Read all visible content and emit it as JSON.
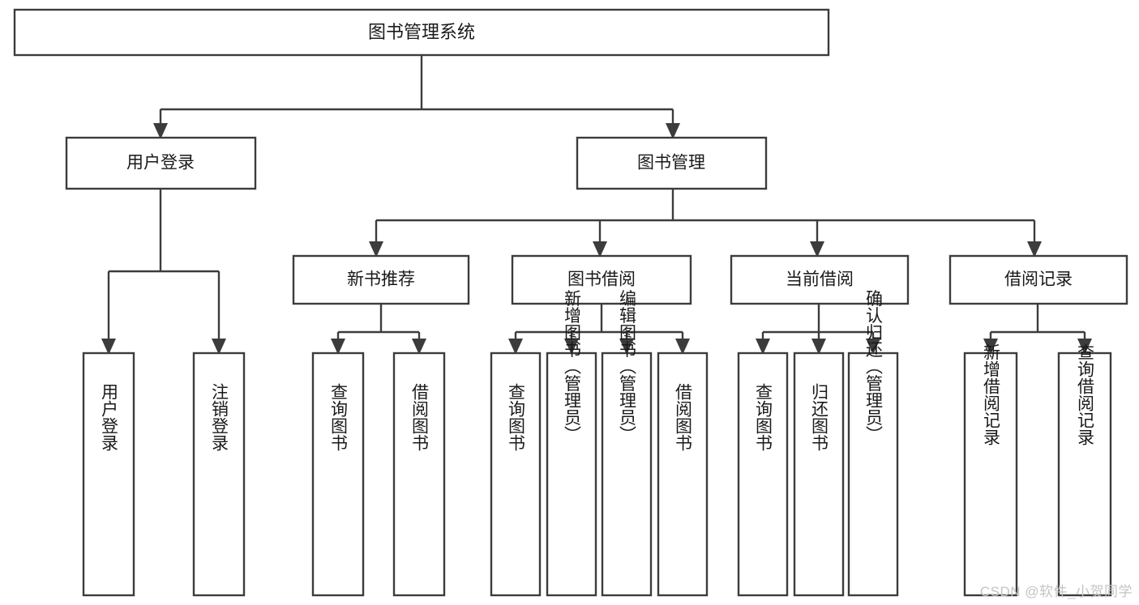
{
  "diagram": {
    "title": "图书管理系统",
    "type": "hierarchy-tree",
    "watermark": "CSDN @软件_小贺同学",
    "colors": {
      "background": "#ffffff",
      "box_fill": "#ffffff",
      "box_stroke": "#3c3c3c",
      "connector": "#3c3c3c",
      "text": "#1a1a1a",
      "watermark": "#c4c4c4"
    },
    "levels": {
      "root": "图书管理系统",
      "level2": [
        "用户登录",
        "图书管理"
      ],
      "level3": [
        "新书推荐",
        "图书借阅",
        "当前借阅",
        "借阅记录"
      ],
      "leaves": [
        "用户登录",
        "注销登录",
        "查询图书",
        "借阅图书",
        "查询图书",
        "新增图书（管理员）",
        "编辑图书（管理员）",
        "借阅图书",
        "查询图书",
        "归还图书",
        "确认归还（管理员）",
        "新增借阅记录",
        "查询借阅记录"
      ]
    },
    "nodes": {
      "root": {
        "label": "图书管理系统"
      },
      "user_login": {
        "label": "用户登录"
      },
      "book_manage": {
        "label": "图书管理"
      },
      "new_book_rec": {
        "label": "新书推荐"
      },
      "book_borrow": {
        "label": "图书借阅"
      },
      "current_borrow": {
        "label": "当前借阅"
      },
      "borrow_record": {
        "label": "借阅记录"
      },
      "leaf_user_login": {
        "label": "用户登录"
      },
      "leaf_user_logout": {
        "label": "注销登录"
      },
      "leaf_rec_query": {
        "label": "查询图书"
      },
      "leaf_rec_borrow": {
        "label": "借阅图书"
      },
      "leaf_borrow_query": {
        "label": "查询图书"
      },
      "leaf_borrow_add": {
        "label": "新增图书（管理员）"
      },
      "leaf_borrow_edit": {
        "label": "编辑图书（管理员）"
      },
      "leaf_borrow_do": {
        "label": "借阅图书"
      },
      "leaf_current_query": {
        "label": "查询图书"
      },
      "leaf_current_return": {
        "label": "归还图书"
      },
      "leaf_current_confirm": {
        "label": "确认归还（管理员）"
      },
      "leaf_record_add": {
        "label": "新增借阅记录"
      },
      "leaf_record_query": {
        "label": "查询借阅记录"
      }
    }
  }
}
